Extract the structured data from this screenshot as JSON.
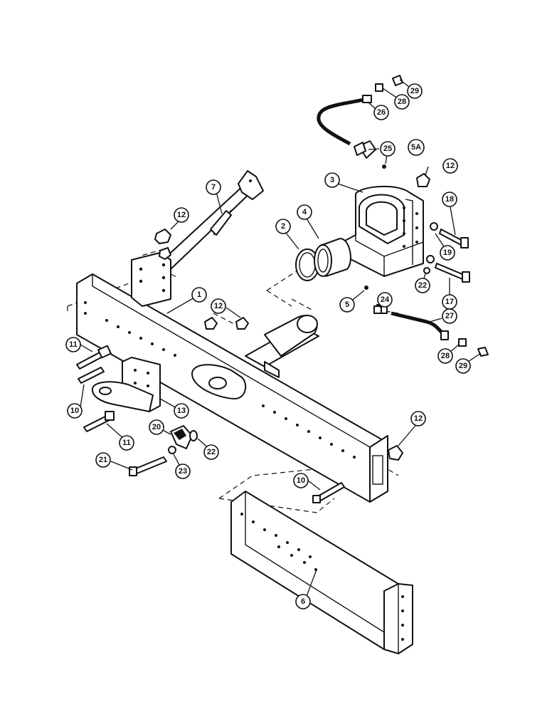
{
  "callouts": [
    {
      "id": "c1",
      "label": "1"
    },
    {
      "id": "c2",
      "label": "2"
    },
    {
      "id": "c3",
      "label": "3"
    },
    {
      "id": "c4",
      "label": "4"
    },
    {
      "id": "c5",
      "label": "5"
    },
    {
      "id": "c5a",
      "label": "5A"
    },
    {
      "id": "c6",
      "label": "6"
    },
    {
      "id": "c7",
      "label": "7"
    },
    {
      "id": "c10a",
      "label": "10"
    },
    {
      "id": "c10b",
      "label": "10"
    },
    {
      "id": "c11a",
      "label": "11"
    },
    {
      "id": "c11b",
      "label": "11"
    },
    {
      "id": "c12a",
      "label": "12"
    },
    {
      "id": "c12b",
      "label": "12"
    },
    {
      "id": "c12c",
      "label": "12"
    },
    {
      "id": "c12d",
      "label": "12"
    },
    {
      "id": "c13",
      "label": "13"
    },
    {
      "id": "c17",
      "label": "17"
    },
    {
      "id": "c18",
      "label": "18"
    },
    {
      "id": "c19",
      "label": "19"
    },
    {
      "id": "c20",
      "label": "20"
    },
    {
      "id": "c21",
      "label": "21"
    },
    {
      "id": "c22a",
      "label": "22"
    },
    {
      "id": "c22b",
      "label": "22"
    },
    {
      "id": "c23",
      "label": "23"
    },
    {
      "id": "c24",
      "label": "24"
    },
    {
      "id": "c25",
      "label": "25"
    },
    {
      "id": "c26",
      "label": "26"
    },
    {
      "id": "c27",
      "label": "27"
    },
    {
      "id": "c28a",
      "label": "28"
    },
    {
      "id": "c28b",
      "label": "28"
    },
    {
      "id": "c29a",
      "label": "29"
    },
    {
      "id": "c29b",
      "label": "29"
    }
  ]
}
